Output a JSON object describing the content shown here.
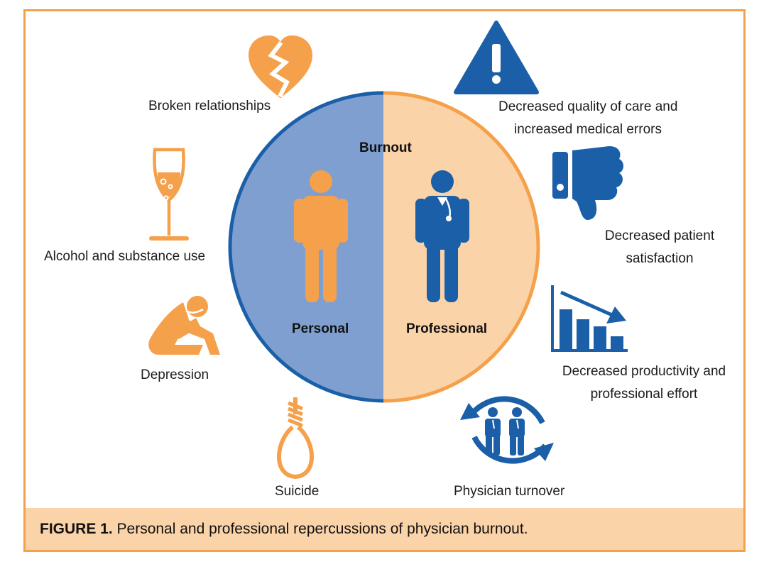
{
  "center": {
    "title": "Burnout",
    "left_label": "Personal",
    "right_label": "Professional"
  },
  "personal_items": [
    {
      "label": "Broken relationships",
      "icon": "broken-heart-icon"
    },
    {
      "label": "Alcohol and substance use",
      "icon": "wine-glass-icon"
    },
    {
      "label": "Depression",
      "icon": "depressed-person-icon"
    },
    {
      "label": "Suicide",
      "icon": "noose-icon"
    }
  ],
  "professional_items": [
    {
      "line1": "Decreased quality of care and",
      "line2": "increased medical errors",
      "icon": "warning-icon"
    },
    {
      "line1": "Decreased patient",
      "line2": "satisfaction",
      "icon": "thumbs-down-icon"
    },
    {
      "line1": "Decreased productivity and",
      "line2": "professional effort",
      "icon": "declining-bar-chart-icon"
    },
    {
      "label": "Physician turnover",
      "icon": "physician-turnover-icon"
    }
  ],
  "caption": {
    "figure": "FIGURE 1.",
    "text": " Personal and professional repercussions of physician burnout."
  },
  "colors": {
    "orange": "#f5a04a",
    "light_orange": "#fbd3a8",
    "light_blue": "#7f9fd0",
    "blue": "#1a5fa8"
  }
}
